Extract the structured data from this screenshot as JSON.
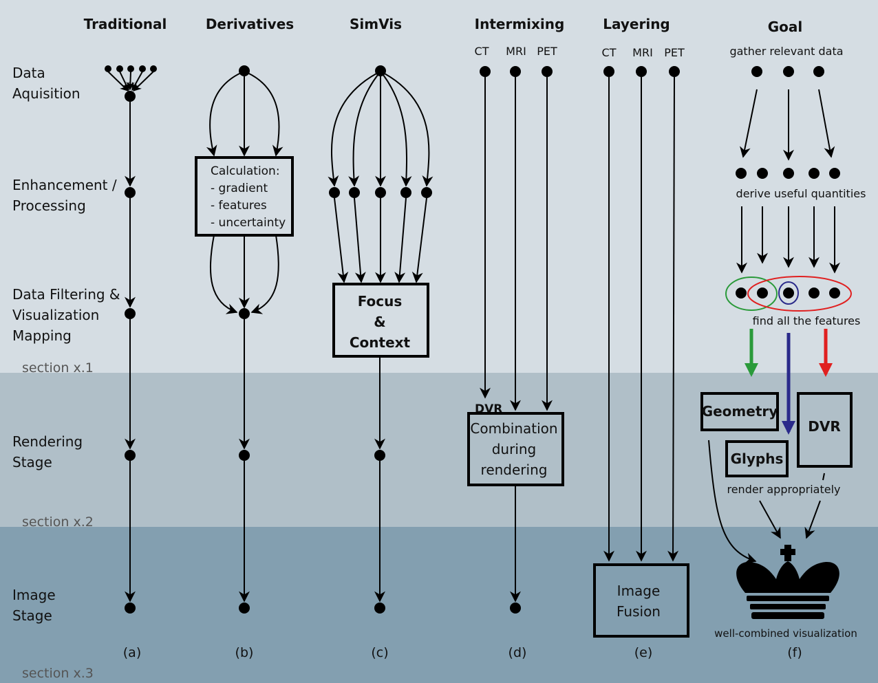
{
  "columns": {
    "a": {
      "title": "Traditional",
      "caption": "(a)"
    },
    "b": {
      "title": "Derivatives",
      "caption": "(b)",
      "calc_title": "Calculation:",
      "calc_items": [
        "- gradient",
        "- features",
        "- uncertainty"
      ]
    },
    "c": {
      "title": "SimVis",
      "caption": "(c)",
      "box_lines": [
        "Focus",
        "&",
        "Context"
      ]
    },
    "d": {
      "title": "Intermixing",
      "caption": "(d)",
      "modalities": [
        "CT",
        "MRI",
        "PET"
      ],
      "dvr_label": "DVR",
      "box_lines": [
        "Combination",
        "during",
        "rendering"
      ]
    },
    "e": {
      "title": "Layering",
      "caption": "(e)",
      "modalities": [
        "CT",
        "MRI",
        "PET"
      ],
      "box_lines": [
        "Image",
        "Fusion"
      ]
    },
    "f": {
      "title": "Goal",
      "caption": "(f)",
      "gather": "gather relevant data",
      "derive": "derive useful quantities",
      "find": "find all the features",
      "geometry": "Geometry",
      "glyphs": "Glyphs",
      "dvr": "DVR",
      "render": "render appropriately",
      "result": "well-combined visualization"
    }
  },
  "stages": {
    "acquisition": [
      "Data",
      "Aquisition"
    ],
    "enhancement": [
      "Enhancement /",
      "Processing"
    ],
    "filtering": [
      "Data Filtering &",
      "Visualization",
      "Mapping"
    ],
    "rendering": [
      "Rendering",
      "Stage"
    ],
    "image": [
      "Image",
      "Stage"
    ]
  },
  "sections": [
    "section x.1",
    "section x.2",
    "section x.3"
  ],
  "colors": {
    "band1": "#d5dde3",
    "band2": "#b0bfc8",
    "band3": "#839fb0",
    "green": "#2a9a3a",
    "blue": "#2a2a8a",
    "red": "#e02020"
  }
}
